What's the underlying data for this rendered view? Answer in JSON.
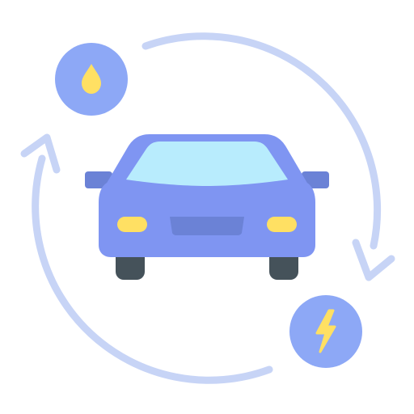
{
  "icon": {
    "name": "fuel-to-electric-car-conversion-icon",
    "parts": [
      "cycle-arrows",
      "fuel-drop",
      "car",
      "lightning-bolt"
    ]
  },
  "colors": {
    "background": "#ffffff",
    "arrow": "#c7d4f6",
    "badge": "#8da8f6",
    "car_body": "#7f95f2",
    "car_shadow_panel": "#6b82df",
    "windshield": "#b8ecfd",
    "mirror": "#6b82d6",
    "grille": "#6b82d6",
    "headlight": "#ffe063",
    "wheel": "#45525a"
  }
}
